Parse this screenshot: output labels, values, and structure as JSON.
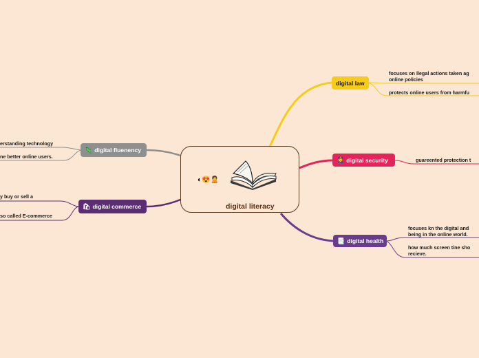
{
  "central": {
    "title": "digital literacy",
    "emoji": "◐😍🙎",
    "image": "open-book"
  },
  "branches": {
    "digital_law": {
      "label": "digital law",
      "color": "#f6cb1a",
      "icon": "",
      "notes": [
        "focuses on llegal actions taken ag",
        "online policies",
        "protects online users from harmfu"
      ]
    },
    "digital_security": {
      "label": "digital  security",
      "color": "#e4245b",
      "icon": "👮",
      "notes": [
        "guareented protection t"
      ]
    },
    "digital_health": {
      "label": "digital health",
      "color": "#6a3d8c",
      "icon": "📑",
      "notes": [
        "focuses kn the digital and",
        "being in the online world.",
        "how much screen tine sho",
        "recieve."
      ]
    },
    "digital_fluenency": {
      "label": "digital fluenency",
      "color": "#8f8f8f",
      "icon": "🦎",
      "notes": [
        "erstanding technology",
        "ne better online users."
      ]
    },
    "digital_commerce": {
      "label": "digital commerce",
      "color": "#5b2d73",
      "icon": "🛍",
      "notes": [
        "y buy or sell a",
        "so called E-commerce"
      ]
    }
  }
}
